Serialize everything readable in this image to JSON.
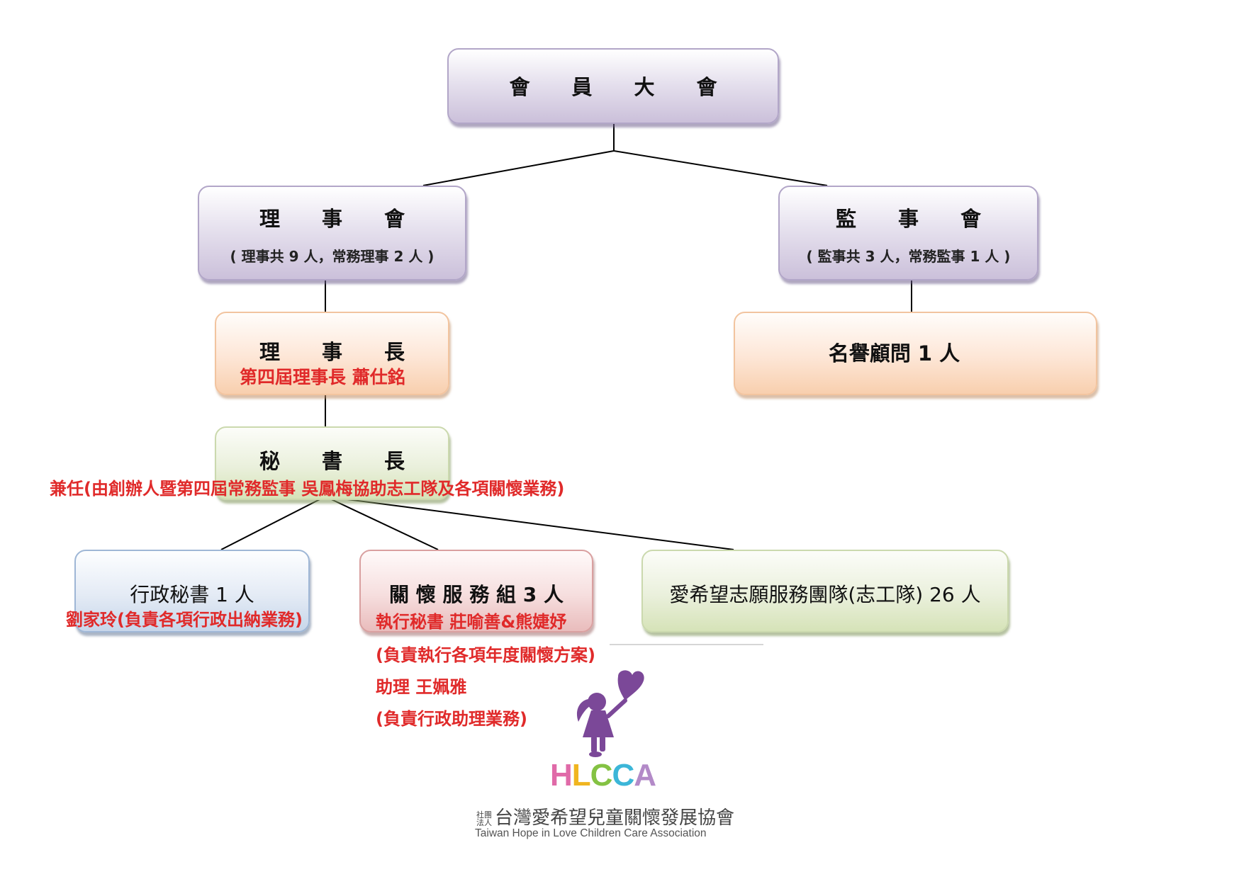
{
  "general_assembly": {
    "title_chars": [
      "會",
      "員",
      "大",
      "會"
    ]
  },
  "board_of_directors": {
    "title_chars": [
      "理",
      "事",
      "會"
    ],
    "detail": "( 理事共 9 人，常務理事 2 人 )"
  },
  "board_of_supervisors": {
    "title_chars": [
      "監",
      "事",
      "會"
    ],
    "detail": "( 監事共 3 人，常務監事 1 人 )"
  },
  "chairman": {
    "title_chars": [
      "理",
      "事",
      "長"
    ],
    "holder": "第四屆理事長 蕭仕銘"
  },
  "honorary_advisor": {
    "title": "名譽顧問 1 人"
  },
  "secretary_general": {
    "title_chars": [
      "秘",
      "書",
      "長"
    ],
    "holder": "兼任(由創辦人暨第四屆常務監事 吳鳳梅協助志工隊及各項關懷業務)"
  },
  "admin_secretary": {
    "title": "行政秘書 1 人",
    "holder": "劉家玲(負責各項行政出納業務)"
  },
  "care_service_group": {
    "title": "關 懷 服 務 組 3 人",
    "notes": [
      "執行秘書 莊喻善&熊婕妤",
      "(負責執行各項年度關懷方案)",
      "助理 王姵雅",
      "(負責行政助理業務)"
    ]
  },
  "volunteer_team": {
    "title": "愛希望志願服務團隊(志工隊) 26 人"
  },
  "logo": {
    "icon": "girl-with-heart-balloon-icon",
    "letters": [
      {
        "char": "H",
        "color": "#e06aa8"
      },
      {
        "char": "L",
        "color": "#f0b520"
      },
      {
        "char": "C",
        "color": "#84c243"
      },
      {
        "char": "C",
        "color": "#3cb6d8"
      },
      {
        "char": "A",
        "color": "#b38ac8"
      }
    ],
    "org_type_line1": "社團",
    "org_type_line2": "法人",
    "name_zh": "台灣愛希望兒童關懷發展協會",
    "name_en": "Taiwan Hope in Love Children Care Association"
  },
  "colors": {
    "accent_red": "#e02a2a",
    "logo_purple": "#7b4898"
  }
}
